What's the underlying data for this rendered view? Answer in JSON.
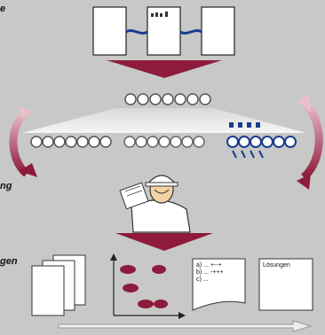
{
  "labels": {
    "top_left": "e",
    "middle_left": "ng",
    "lower_left": "gen"
  },
  "documents": {
    "result_lines": [
      "a) ...   +--+",
      "b) ...   -+++",
      "c) ..."
    ],
    "solutions_title": "Lösungen"
  },
  "colors": {
    "background": "#c8c8c8",
    "arrow_red": "#8e1b3b",
    "cluster_red": "#8e1b3b",
    "blue": "#1a3d8f",
    "chain_gray": "#ffffff"
  }
}
